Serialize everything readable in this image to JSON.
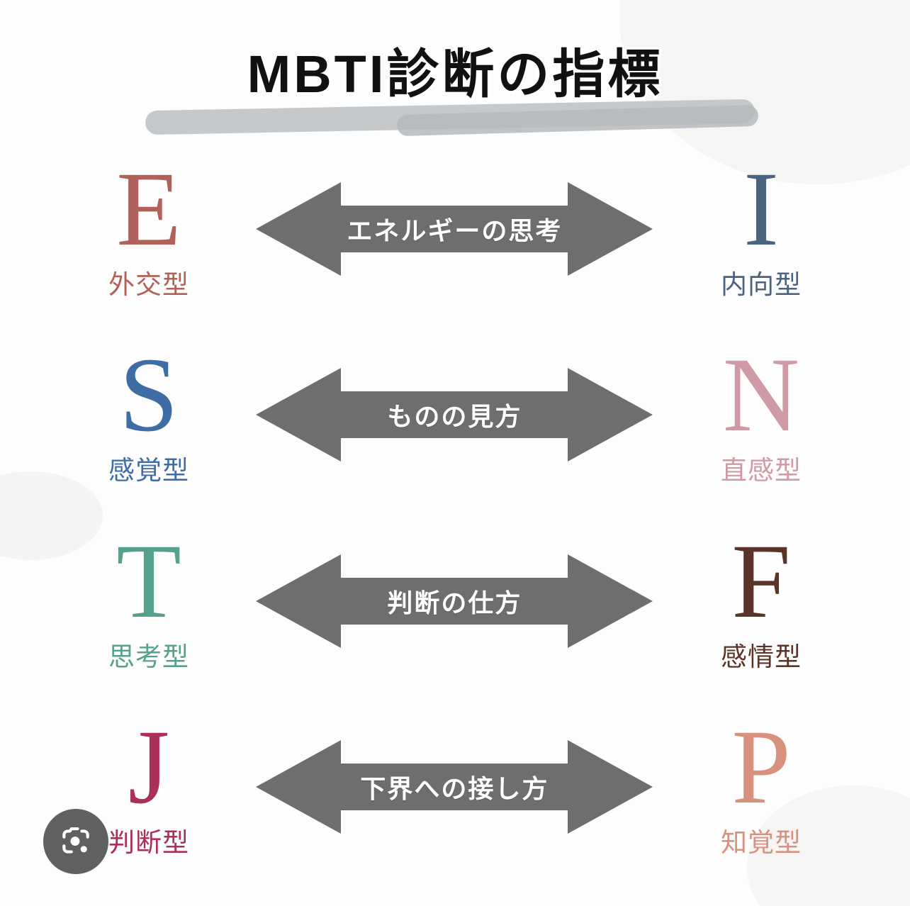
{
  "title": "MBTI診断の指標",
  "colors": {
    "arrow": "#6e6e6e",
    "arrow_label": "#ffffff",
    "title": "#111111",
    "highlight": "#bcc0c2",
    "lens_button": "#5f6062",
    "background": "#fdfdfd"
  },
  "rows": [
    {
      "left": {
        "letter": "E",
        "label": "外交型",
        "color": "#b0625a"
      },
      "axis": {
        "label": "エネルギーの思考"
      },
      "right": {
        "letter": "I",
        "label": "内向型",
        "color": "#4a6480"
      }
    },
    {
      "left": {
        "letter": "S",
        "label": "感覚型",
        "color": "#3f6ca4"
      },
      "axis": {
        "label": "ものの見方"
      },
      "right": {
        "letter": "N",
        "label": "直感型",
        "color": "#cf9aa5"
      }
    },
    {
      "left": {
        "letter": "T",
        "label": "思考型",
        "color": "#56a18d"
      },
      "axis": {
        "label": "判断の仕方"
      },
      "right": {
        "letter": "F",
        "label": "感情型",
        "color": "#5a3428"
      }
    },
    {
      "left": {
        "letter": "J",
        "label": "判断型",
        "color": "#a8305a"
      },
      "axis": {
        "label": "下界への接し方"
      },
      "right": {
        "letter": "P",
        "label": "知覚型",
        "color": "#d8907f"
      }
    }
  ],
  "overlay": {
    "lens_button_icon": "google-lens-camera-icon"
  }
}
